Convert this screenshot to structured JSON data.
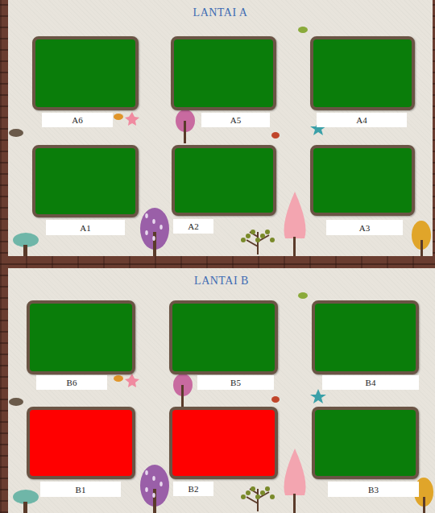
{
  "diagram": {
    "nodes": [
      {
        "text": [
          "LANTAI A"
        ]
      },
      {
        "text": [
          "A6"
        ],
        "in": 0
      },
      {
        "text": [
          "A5"
        ],
        "in": 0
      },
      {
        "text": [
          "A4"
        ],
        "in": 0
      },
      {
        "text": [
          "A1"
        ],
        "in": 0
      },
      {
        "text": [
          "A2"
        ],
        "in": 0
      },
      {
        "text": [
          "A3"
        ],
        "in": 0
      },
      {
        "text": [
          "LANTAI B"
        ]
      },
      {
        "text": [
          "B6"
        ],
        "in": 7
      },
      {
        "text": [
          "B5"
        ],
        "in": 7
      },
      {
        "text": [
          "B4"
        ],
        "in": 7
      },
      {
        "text": [
          "B1"
        ],
        "in": 7
      },
      {
        "text": [
          "B2"
        ],
        "in": 7
      },
      {
        "text": [
          "B3"
        ],
        "in": 7
      }
    ]
  }
}
